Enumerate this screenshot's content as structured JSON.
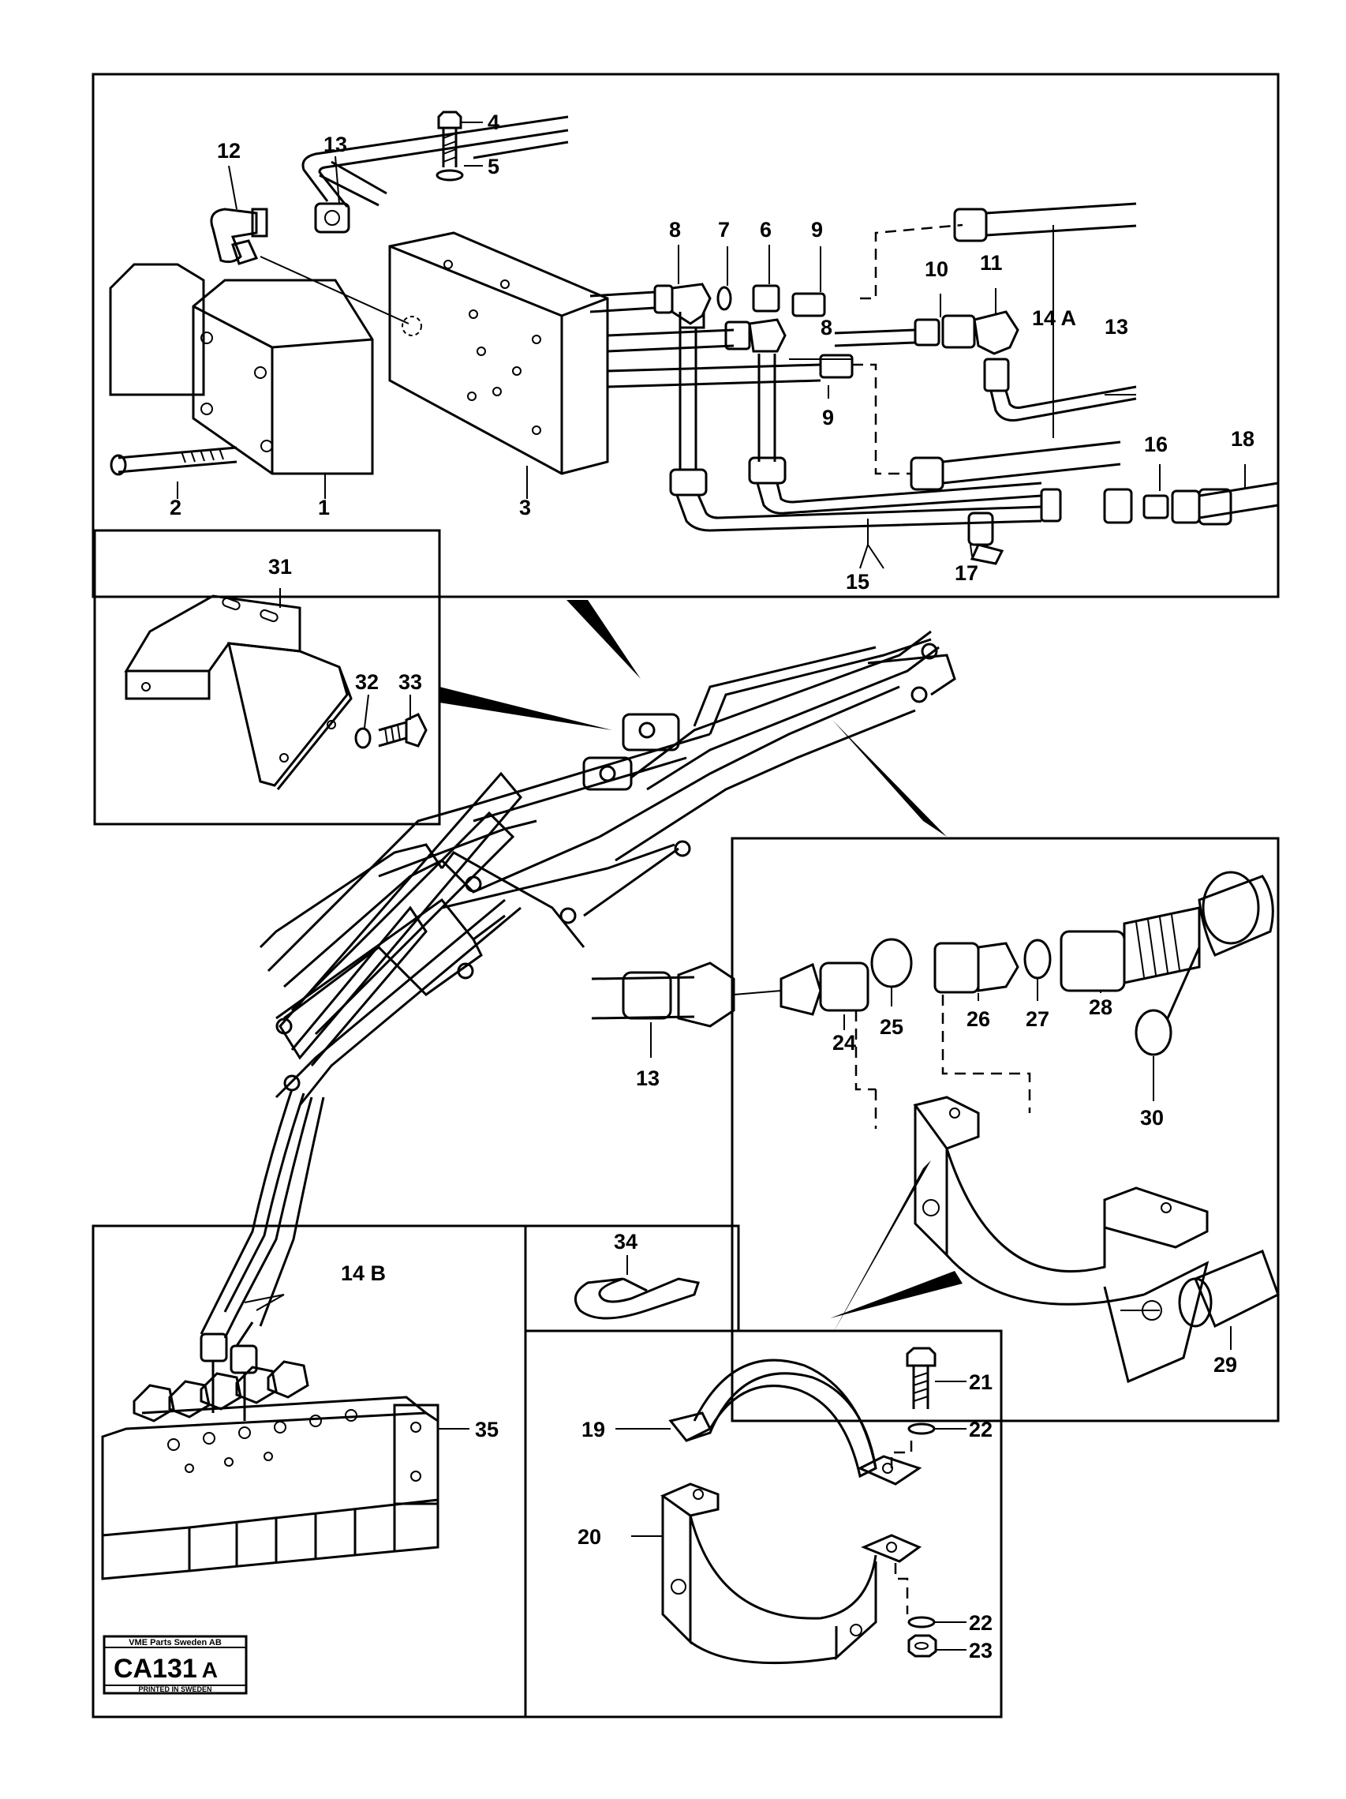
{
  "callouts": {
    "c1": "1",
    "c2": "2",
    "c3": "3",
    "c4": "4",
    "c5": "5",
    "c6": "6",
    "c7": "7",
    "c8a": "8",
    "c8b": "8",
    "c9a": "9",
    "c9b": "9",
    "c10": "10",
    "c11": "11",
    "c12": "12",
    "c13a": "13",
    "c13b": "13",
    "c13c": "13",
    "c14a": "14 A",
    "c14b": "14 B",
    "c15": "15",
    "c16": "16",
    "c17": "17",
    "c18": "18",
    "c19": "19",
    "c20": "20",
    "c21": "21",
    "c22a": "22",
    "c22b": "22",
    "c23": "23",
    "c24": "24",
    "c25": "25",
    "c26": "26",
    "c27": "27",
    "c28": "28",
    "c29": "29",
    "c30": "30",
    "c31": "31",
    "c32": "32",
    "c33": "33",
    "c34": "34",
    "c35": "35"
  },
  "stamp": {
    "company": "VME Parts Sweden AB",
    "code": "CA131",
    "suffix": "A",
    "printed": "PRINTED IN SWEDEN"
  },
  "stroke_color": "#000000",
  "background_color": "#ffffff"
}
